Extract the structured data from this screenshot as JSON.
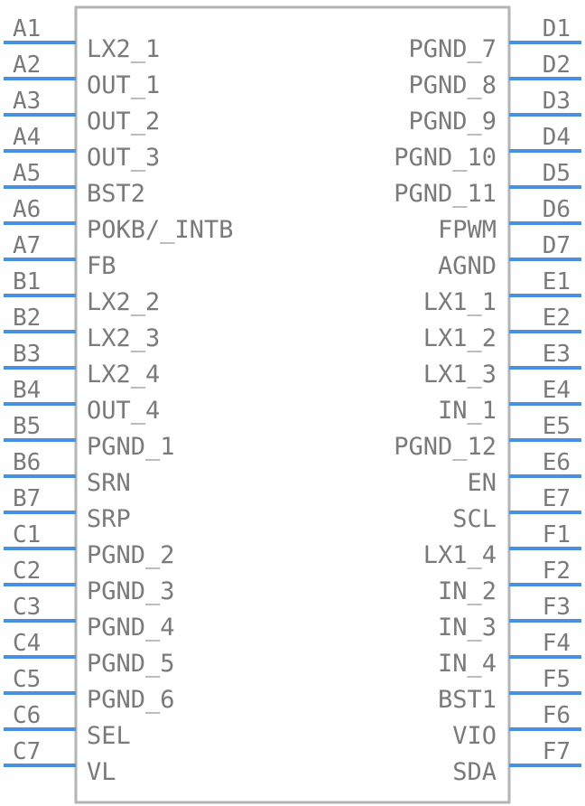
{
  "component": {
    "left_pins": [
      {
        "id": "A1",
        "name": "LX2_1"
      },
      {
        "id": "A2",
        "name": "OUT_1"
      },
      {
        "id": "A3",
        "name": "OUT_2"
      },
      {
        "id": "A4",
        "name": "OUT_3"
      },
      {
        "id": "A5",
        "name": "BST2"
      },
      {
        "id": "A6",
        "name": "POKB/_INTB"
      },
      {
        "id": "A7",
        "name": "FB"
      },
      {
        "id": "B1",
        "name": "LX2_2"
      },
      {
        "id": "B2",
        "name": "LX2_3"
      },
      {
        "id": "B3",
        "name": "LX2_4"
      },
      {
        "id": "B4",
        "name": "OUT_4"
      },
      {
        "id": "B5",
        "name": "PGND_1"
      },
      {
        "id": "B6",
        "name": "SRN"
      },
      {
        "id": "B7",
        "name": "SRP"
      },
      {
        "id": "C1",
        "name": "PGND_2"
      },
      {
        "id": "C2",
        "name": "PGND_3"
      },
      {
        "id": "C3",
        "name": "PGND_4"
      },
      {
        "id": "C4",
        "name": "PGND_5"
      },
      {
        "id": "C5",
        "name": "PGND_6"
      },
      {
        "id": "C6",
        "name": "SEL"
      },
      {
        "id": "C7",
        "name": "VL"
      }
    ],
    "right_pins": [
      {
        "id": "D1",
        "name": "PGND_7"
      },
      {
        "id": "D2",
        "name": "PGND_8"
      },
      {
        "id": "D3",
        "name": "PGND_9"
      },
      {
        "id": "D4",
        "name": "PGND_10"
      },
      {
        "id": "D5",
        "name": "PGND_11"
      },
      {
        "id": "D6",
        "name": "FPWM"
      },
      {
        "id": "D7",
        "name": "AGND"
      },
      {
        "id": "E1",
        "name": "LX1_1"
      },
      {
        "id": "E2",
        "name": "LX1_2"
      },
      {
        "id": "E3",
        "name": "LX1_3"
      },
      {
        "id": "E4",
        "name": "IN_1"
      },
      {
        "id": "E5",
        "name": "PGND_12"
      },
      {
        "id": "E6",
        "name": "EN"
      },
      {
        "id": "E7",
        "name": "SCL"
      },
      {
        "id": "F1",
        "name": "LX1_4"
      },
      {
        "id": "F2",
        "name": "IN_2"
      },
      {
        "id": "F3",
        "name": "IN_3"
      },
      {
        "id": "F4",
        "name": "IN_4"
      },
      {
        "id": "F5",
        "name": "BST1"
      },
      {
        "id": "F6",
        "name": "VIO"
      },
      {
        "id": "F7",
        "name": "SDA"
      }
    ]
  },
  "colors": {
    "pin_line": "#4a90e2",
    "body_outline": "#b4b4b4",
    "text": "#7a7a7a"
  }
}
